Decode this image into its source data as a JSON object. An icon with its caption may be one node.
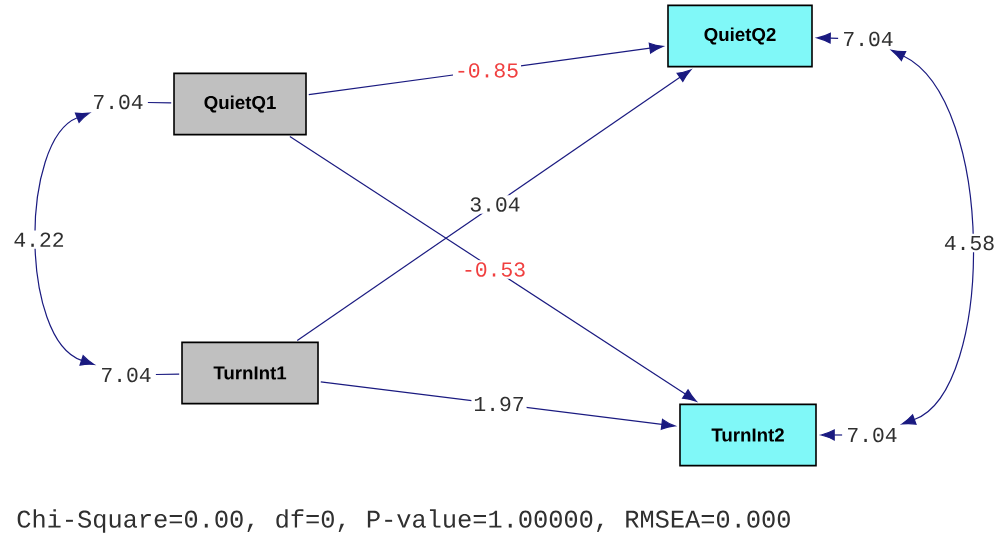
{
  "diagram": {
    "caption": "Chi-Square=0.00, df=0, P-value=1.00000, RMSEA=0.000",
    "nodes": [
      {
        "text": [
          "QuietQ1"
        ]
      },
      {
        "text": [
          "TurnInt1"
        ]
      },
      {
        "text": [
          "QuietQ2"
        ]
      },
      {
        "text": [
          "TurnInt2"
        ]
      },
      {
        "text": [
          "7.04"
        ]
      },
      {
        "text": [
          "7.04"
        ]
      },
      {
        "text": [
          "7.04"
        ]
      },
      {
        "text": [
          "7.04"
        ]
      }
    ],
    "edges": [
      {
        "from": 4,
        "to": 0,
        "arrow": "none"
      },
      {
        "from": 5,
        "to": 1,
        "arrow": "none"
      },
      {
        "from": 6,
        "to": 2,
        "arrow": "to"
      },
      {
        "from": 7,
        "to": 3,
        "arrow": "to"
      },
      {
        "from": 4,
        "to": 5,
        "arrow": "both",
        "label": "4.22"
      },
      {
        "from": 6,
        "to": 7,
        "arrow": "both",
        "label": "4.58"
      },
      {
        "from": 0,
        "to": 2,
        "arrow": "to",
        "label": "-0.85"
      },
      {
        "from": 0,
        "to": 3,
        "arrow": "to",
        "label": "-0.53"
      },
      {
        "from": 1,
        "to": 2,
        "arrow": "to",
        "label": "3.04"
      },
      {
        "from": 1,
        "to": 3,
        "arrow": "to",
        "label": "1.97"
      }
    ]
  }
}
